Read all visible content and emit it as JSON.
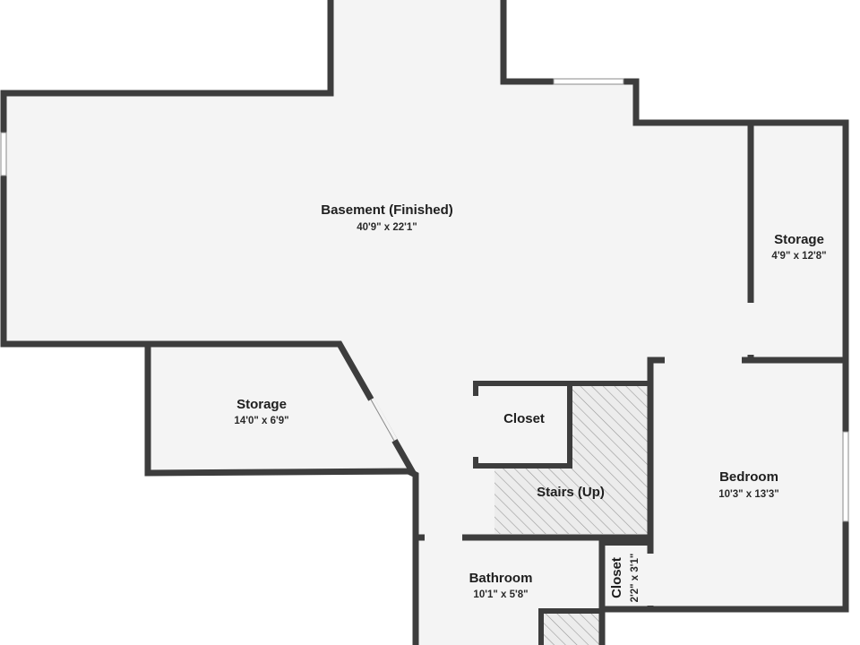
{
  "floor_plan": {
    "rooms": [
      {
        "id": "basement",
        "name": "Basement (Finished)",
        "dimensions": "40'9\" x 22'1\""
      },
      {
        "id": "storage-east",
        "name": "Storage",
        "dimensions": "4'9\" x 12'8\""
      },
      {
        "id": "storage-west",
        "name": "Storage",
        "dimensions": "14'0\" x 6'9\""
      },
      {
        "id": "closet-center",
        "name": "Closet",
        "dimensions": ""
      },
      {
        "id": "stairs",
        "name": "Stairs (Up)",
        "dimensions": ""
      },
      {
        "id": "bedroom",
        "name": "Bedroom",
        "dimensions": "10'3\" x 13'3\""
      },
      {
        "id": "bathroom",
        "name": "Bathroom",
        "dimensions": "10'1\" x 5'8\""
      },
      {
        "id": "closet-small",
        "name": "Closet",
        "dimensions": "2'2\" x 3'1\""
      }
    ]
  }
}
